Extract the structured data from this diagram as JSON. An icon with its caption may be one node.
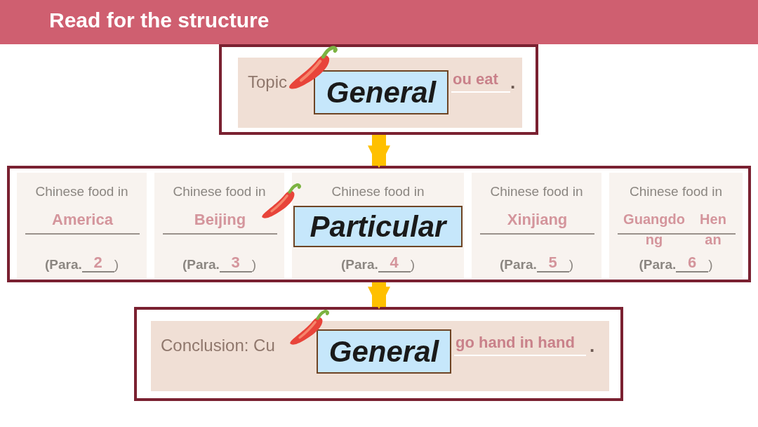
{
  "diagram": {
    "title": "Read for the structure",
    "nodes": [
      {
        "text": [],
        "shape": "box"
      },
      {
        "text": [
          "Topic",
          "ou eat",
          "."
        ],
        "in": 0
      },
      {
        "text": [
          "General"
        ],
        "in": 1
      },
      {
        "text": [],
        "shape": "box"
      },
      {
        "text": [
          "Chinese food in",
          "America",
          "(Para.",
          "2",
          ")"
        ],
        "in": 3
      },
      {
        "text": [
          "Chinese food in",
          "Beijing",
          "(Para.",
          "3",
          ")"
        ],
        "in": 3
      },
      {
        "text": [
          "Chinese food in",
          "(Para.",
          "4",
          ")"
        ],
        "in": 3
      },
      {
        "text": [
          "Chinese food in",
          "Xinjiang",
          "(Para.",
          "5",
          ")"
        ],
        "in": 3
      },
      {
        "text": [
          "Chinese food in",
          "Guangdong",
          "Henan",
          "(Para.",
          "6",
          ")"
        ],
        "in": 3
      },
      {
        "text": [
          "Particular"
        ],
        "in": 6
      },
      {
        "text": [],
        "shape": "box"
      },
      {
        "text": [
          "Conclusion: Cu",
          "go hand in hand",
          "."
        ],
        "in": 10
      },
      {
        "text": [
          "General"
        ],
        "in": 11
      }
    ],
    "edges": [
      {
        "from": 0,
        "to": 3,
        "arrow": "to"
      },
      {
        "from": 3,
        "to": 10,
        "arrow": "to"
      }
    ]
  }
}
